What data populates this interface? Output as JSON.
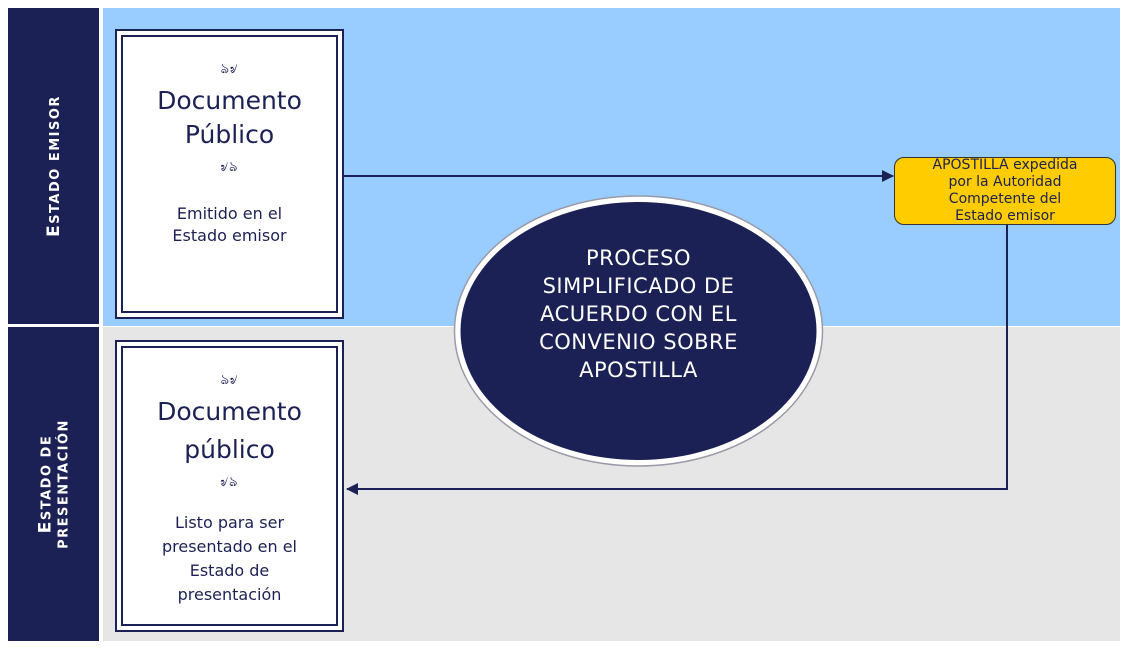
{
  "lanes": [
    {
      "label_first": "E",
      "label_rest": "stado emisor",
      "color": "#99ccff"
    },
    {
      "label_line1_first": "E",
      "label_line1_rest": "stado de",
      "label_line2": "presentación",
      "color": "#e6e6e6"
    }
  ],
  "doc_top": {
    "title_line1": "Documento",
    "title_line2": "Público",
    "subtitle_line1": "Emitido en el",
    "subtitle_line2": "Estado emisor"
  },
  "doc_bottom": {
    "title_line1": "Documento",
    "title_line2": "público",
    "subtitle_line1": "Listo para ser",
    "subtitle_line2": "presentado en el",
    "subtitle_line3": "Estado de",
    "subtitle_line4": "presentación"
  },
  "ornament_top": "ঌ৶",
  "ornament_bottom": "৶ঌ",
  "apostilla": {
    "line1": "APOSTILLA expedida",
    "line2": "por la Autoridad",
    "line3": "Competente del",
    "line4": "Estado emisor",
    "color": "#ffcc00"
  },
  "process": {
    "line1": "PROCESO",
    "line2": "SIMPLIFICADO DE",
    "line3": "ACUERDO CON EL",
    "line4": "CONVENIO SOBRE",
    "line5": "APOSTILLA",
    "color": "#1c2155"
  },
  "accent": "#1c2155"
}
